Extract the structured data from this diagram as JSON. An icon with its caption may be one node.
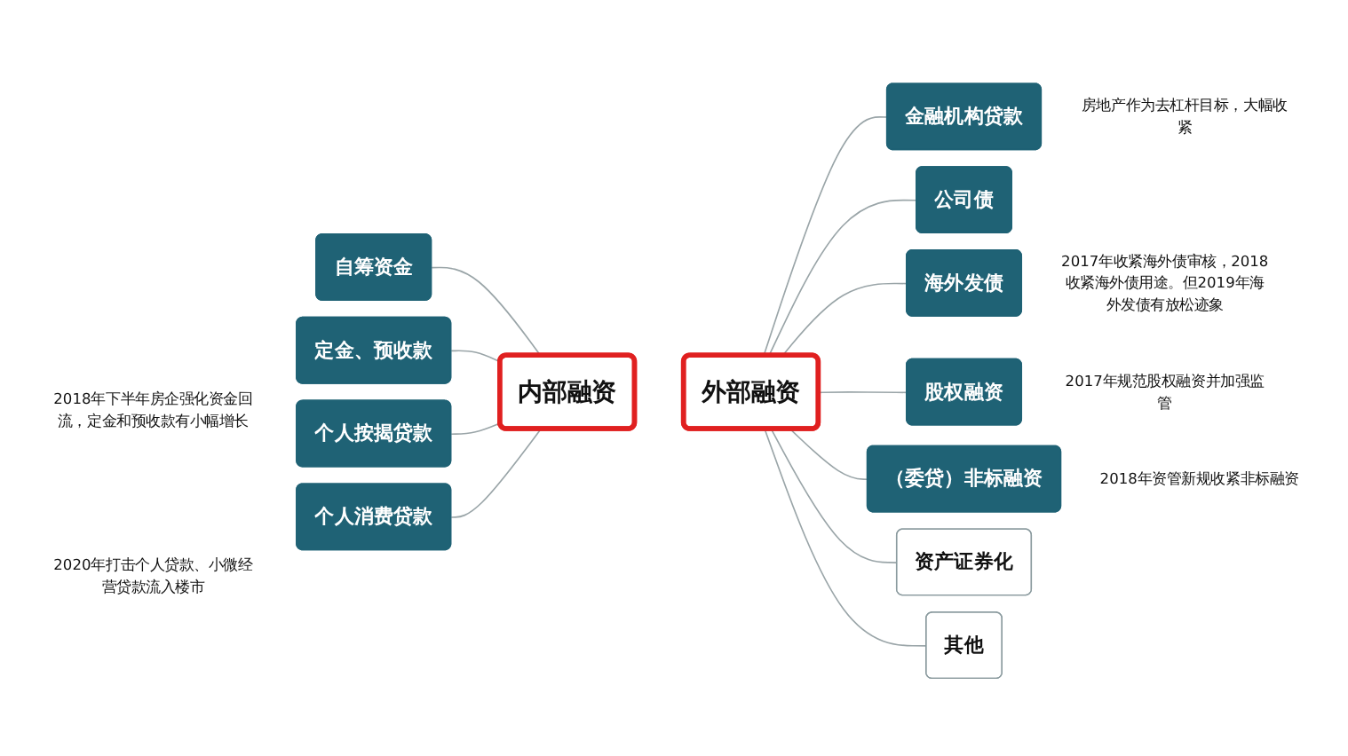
{
  "diagram": {
    "nodes": [
      {
        "text": [
          "自筹资金"
        ]
      },
      {
        "text": [
          "定金、预收款"
        ],
        "beside": [
          "2018年下半年房企强化资金回流，定金和预收款有小幅增长"
        ]
      },
      {
        "text": [
          "个人按揭贷款"
        ]
      },
      {
        "text": [
          "个人消费贷款"
        ],
        "beside": [
          "2020年打击个人贷款、小微经营贷款流入楼市"
        ]
      },
      {
        "text": [
          "内部融资"
        ]
      },
      {
        "text": [
          "外部融资"
        ]
      },
      {
        "text": [
          "金融机构贷款"
        ],
        "beside": [
          "房地产作为去杠杆目标，大幅收紧"
        ]
      },
      {
        "text": [
          "公司债"
        ]
      },
      {
        "text": [
          "海外发债"
        ],
        "beside": [
          "2017年收紧海外债审核，2018收紧海外债用途。但2019年海外发债有放松迹象"
        ]
      },
      {
        "text": [
          "股权融资"
        ],
        "beside": [
          "2017年规范股权融资并加强监管"
        ]
      },
      {
        "text": [
          "（委贷）非标融资"
        ],
        "beside": [
          "2018年资管新规收紧非标融资"
        ]
      },
      {
        "text": [
          "资产证券化"
        ]
      },
      {
        "text": [
          "其他"
        ]
      }
    ],
    "edges": [
      {
        "from": 0,
        "to": 4,
        "arrow": "none"
      },
      {
        "from": 1,
        "to": 4,
        "arrow": "none"
      },
      {
        "from": 2,
        "to": 4,
        "arrow": "none"
      },
      {
        "from": 3,
        "to": 4,
        "arrow": "none"
      },
      {
        "from": 5,
        "to": 6,
        "arrow": "none"
      },
      {
        "from": 5,
        "to": 7,
        "arrow": "none"
      },
      {
        "from": 5,
        "to": 8,
        "arrow": "none"
      },
      {
        "from": 5,
        "to": 9,
        "arrow": "none"
      },
      {
        "from": 5,
        "to": 10,
        "arrow": "none"
      },
      {
        "from": 5,
        "to": 11,
        "arrow": "none"
      },
      {
        "from": 5,
        "to": 12,
        "arrow": "none"
      }
    ]
  }
}
